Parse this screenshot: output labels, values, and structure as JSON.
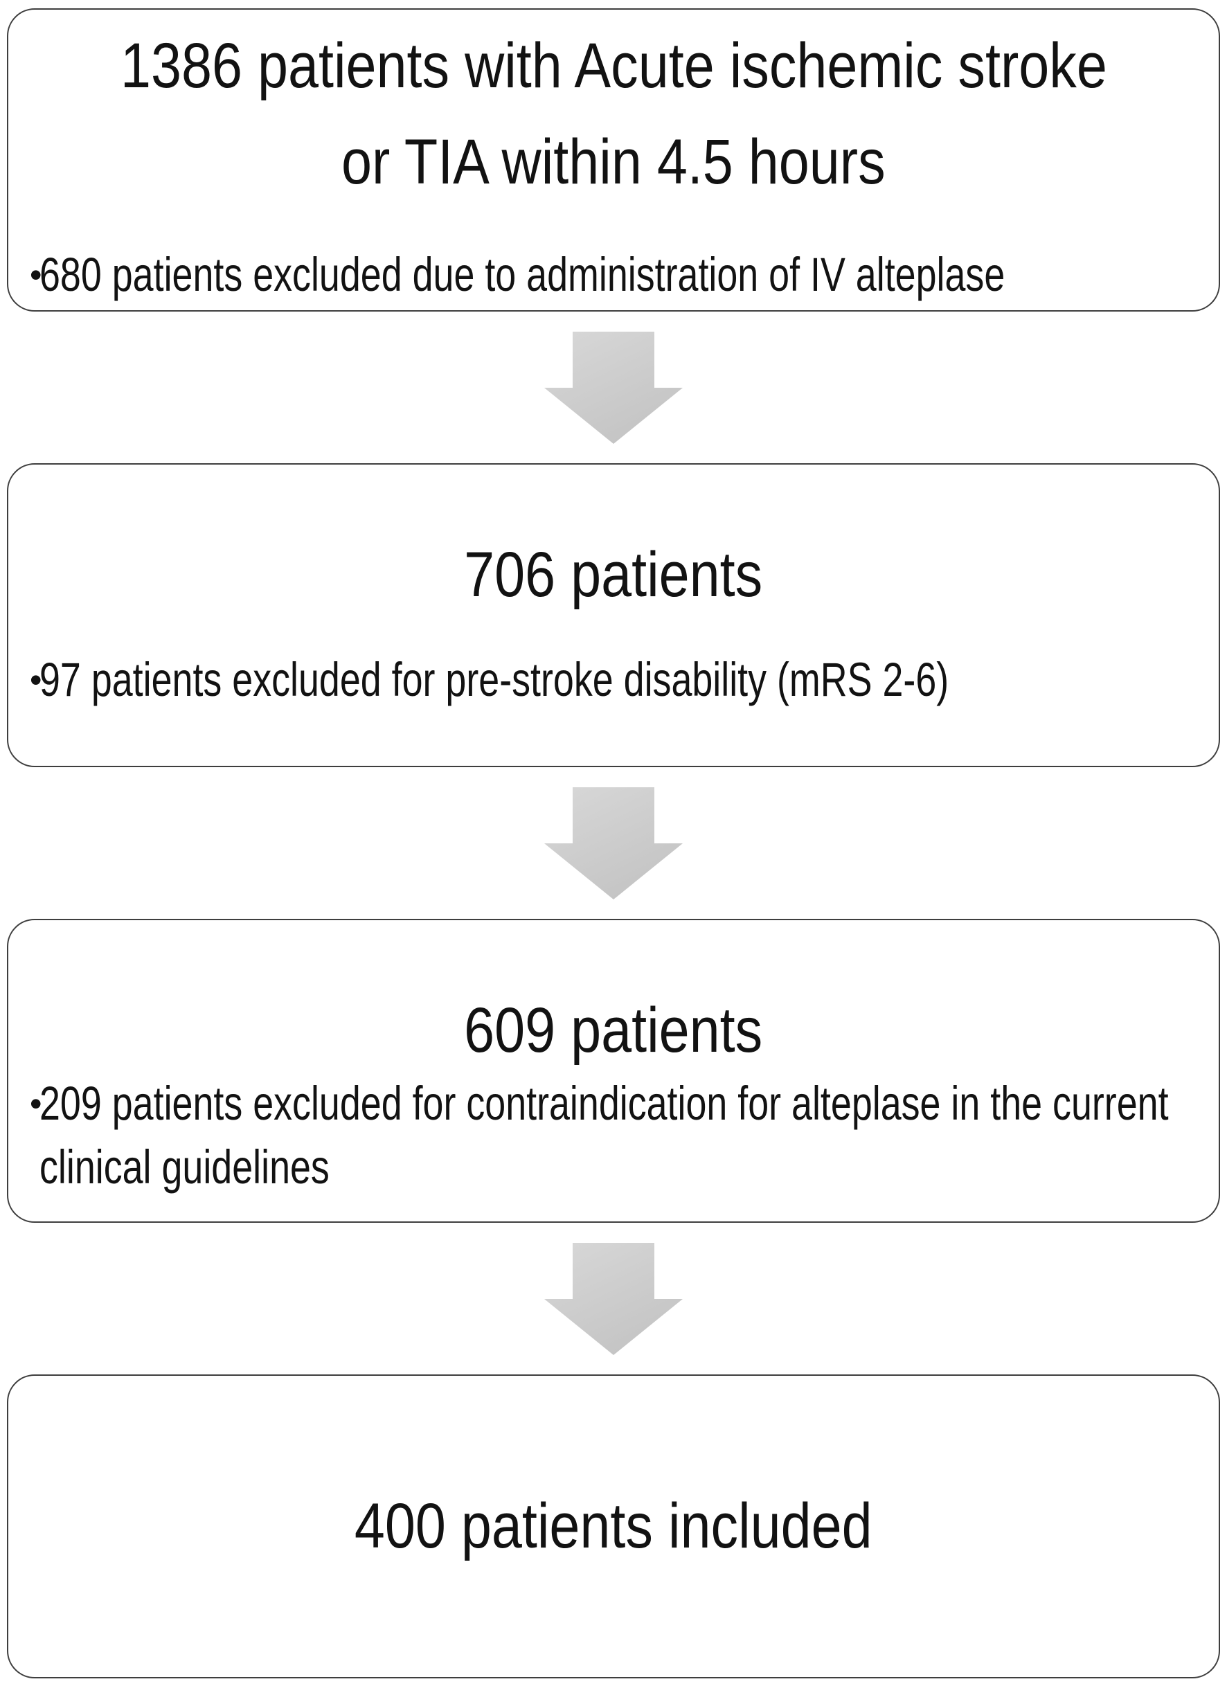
{
  "diagram": {
    "bullet_char": "•",
    "boxes": [
      {
        "title_lines": [
          "1386 patients with Acute ischemic stroke",
          "or TIA within 4.5 hours"
        ],
        "bullets": [
          "680 patients excluded due to administration of IV alteplase"
        ]
      },
      {
        "title_lines": [
          "706 patients"
        ],
        "bullets": [
          "97 patients excluded for pre-stroke disability (mRS 2-6)"
        ]
      },
      {
        "title_lines": [
          "609 patients"
        ],
        "bullets": [
          "209 patients excluded for contraindication for alteplase in the current clinical guidelines"
        ]
      },
      {
        "title_lines": [
          "400 patients included"
        ],
        "bullets": []
      }
    ],
    "colors": {
      "arrow_fill_light": "#d6d6d6",
      "arrow_fill": "#c6c6c6",
      "box_border": "#3e3e3e",
      "text": "#121212",
      "background": "#ffffff"
    }
  }
}
